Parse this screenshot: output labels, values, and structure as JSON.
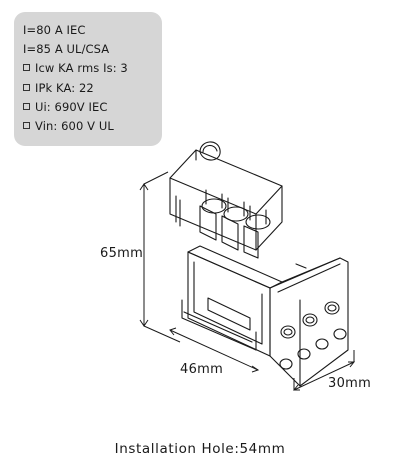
{
  "specs": {
    "items": [
      {
        "text": "I=80 A IEC",
        "bullet": false
      },
      {
        "text": "I=85 A UL/CSA",
        "bullet": false
      },
      {
        "text": "Icw KA rms Is: 3",
        "bullet": true
      },
      {
        "text": "IPk KA: 22",
        "bullet": true
      },
      {
        "text": "Ui: 690V IEC",
        "bullet": true
      },
      {
        "text": "Vin: 600 V UL",
        "bullet": true
      }
    ]
  },
  "dimensions": {
    "height": "65mm",
    "length": "46mm",
    "width": "30mm"
  },
  "caption": "Installation Hole:54mm"
}
